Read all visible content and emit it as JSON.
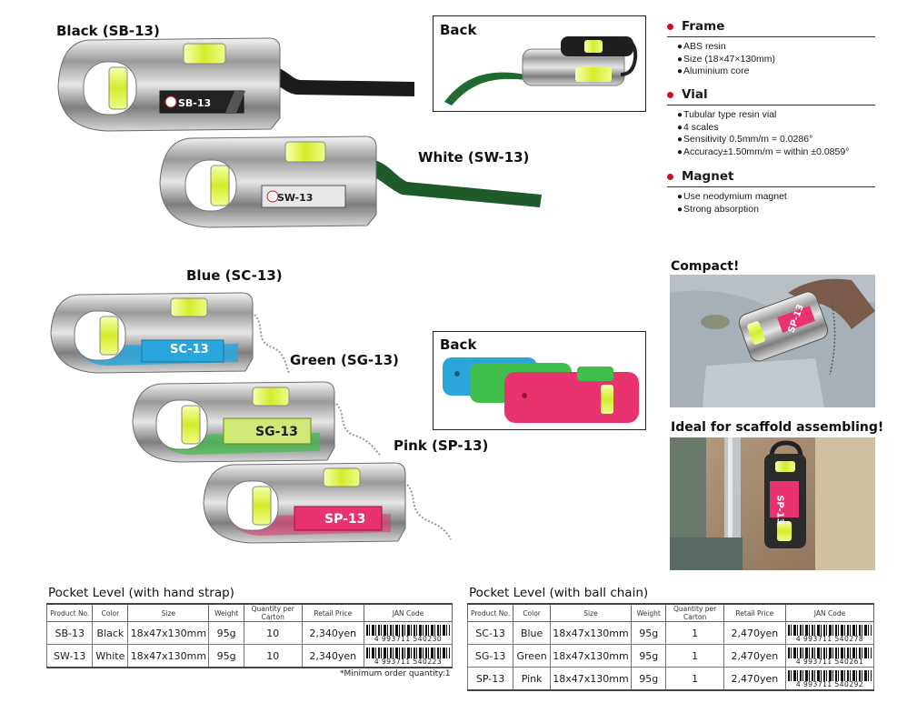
{
  "products_top": {
    "black_label": "Black (SB-13)",
    "white_label": "White (SW-13)",
    "back_label": "Back",
    "black_plate": "SB-13",
    "white_plate": "SW-13"
  },
  "products_mid": {
    "blue_label": "Blue (SC-13)",
    "green_label": "Green (SG-13)",
    "pink_label": "Pink (SP-13)",
    "back_label": "Back",
    "blue_plate": "SC-13",
    "green_plate": "SG-13",
    "pink_plate": "SP-13"
  },
  "specs": {
    "frame": {
      "title": "Frame",
      "items": [
        "ABS resin",
        "Size (18×47×130mm)",
        "Aluminium core"
      ]
    },
    "vial": {
      "title": "Vial",
      "items": [
        "Tubular type resin vial",
        "4 scales",
        "Sensitivity 0.5mm/m = 0.0286°",
        "Accuracy±1.50mm/m = within ±0.0859°"
      ]
    },
    "magnet": {
      "title": "Magnet",
      "items": [
        "Use neodymium magnet",
        "Strong absorption"
      ]
    }
  },
  "photos": {
    "compact_label": "Compact!",
    "scaffold_label": "Ideal for scaffold assembling!",
    "compact_plate": "SP-13",
    "scaffold_plate": "SP-13"
  },
  "colors": {
    "accent_red": "#d0101c",
    "blue": "#2aa6dc",
    "green": "#3fbf4a",
    "pink": "#e8336e",
    "vial_yellow": "#d9f03a"
  },
  "table_strap": {
    "title": "Pocket Level (with hand strap)",
    "headers": [
      "Product No.",
      "Color",
      "Size",
      "Weight",
      "Quantity per Carton",
      "Retail Price",
      "JAN Code"
    ],
    "rows": [
      [
        "SB-13",
        "Black",
        "18x47x130mm",
        "95g",
        "10",
        "2,340yen",
        "4 993711 540230"
      ],
      [
        "SW-13",
        "White",
        "18x47x130mm",
        "95g",
        "10",
        "2,340yen",
        "4 993711 540223"
      ]
    ],
    "note": "*Minimum order quantity:1"
  },
  "table_chain": {
    "title": "Pocket Level (with ball chain)",
    "headers": [
      "Product No.",
      "Color",
      "Size",
      "Weight",
      "Quantity per Carton",
      "Retail Price",
      "JAN Code"
    ],
    "rows": [
      [
        "SC-13",
        "Blue",
        "18x47x130mm",
        "95g",
        "1",
        "2,470yen",
        "4 993711 540278"
      ],
      [
        "SG-13",
        "Green",
        "18x47x130mm",
        "95g",
        "1",
        "2,470yen",
        "4 993711 540261"
      ],
      [
        "SP-13",
        "Pink",
        "18x47x130mm",
        "95g",
        "1",
        "2,470yen",
        "4 993711 540292"
      ]
    ]
  }
}
